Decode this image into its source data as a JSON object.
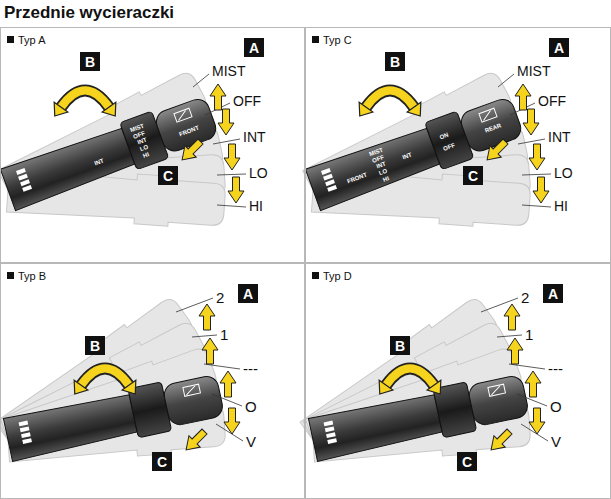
{
  "diagram": {
    "title": "Przednie wycieraczki",
    "nodes": [
      {
        "text": [
          "Typ A"
        ]
      },
      {
        "text": [
          "A"
        ],
        "in": 0
      },
      {
        "text": [
          "B"
        ],
        "in": 0
      },
      {
        "text": [
          "C"
        ],
        "in": 0
      },
      {
        "text": [
          "Typ C"
        ]
      },
      {
        "text": [
          "A"
        ],
        "in": 4
      },
      {
        "text": [
          "B"
        ],
        "in": 4
      },
      {
        "text": [
          "C"
        ],
        "in": 4
      },
      {
        "text": [
          "Typ B"
        ]
      },
      {
        "text": [
          "A"
        ],
        "in": 8
      },
      {
        "text": [
          "B"
        ],
        "in": 8
      },
      {
        "text": [
          "C"
        ],
        "in": 8
      },
      {
        "text": [
          "Typ D"
        ]
      },
      {
        "text": [
          "A"
        ],
        "in": 12
      },
      {
        "text": [
          "B"
        ],
        "in": 12
      },
      {
        "text": [
          "C"
        ],
        "in": 12
      }
    ],
    "labels": [
      "MIST",
      "OFF",
      "INT",
      "LO",
      "HI",
      "MIST",
      "OFF",
      "INT",
      "LO",
      "HI",
      "FRONT",
      "INT",
      "MIST",
      "OFF",
      "INT",
      "LO",
      "HI",
      "FRONT",
      "MIST",
      "OFF",
      "INT",
      "LO",
      "HI",
      "INT",
      "ON",
      "OFF",
      "REAR",
      "2",
      "1",
      "---",
      "O",
      "V",
      "2",
      "1",
      "---",
      "O",
      "V"
    ]
  }
}
